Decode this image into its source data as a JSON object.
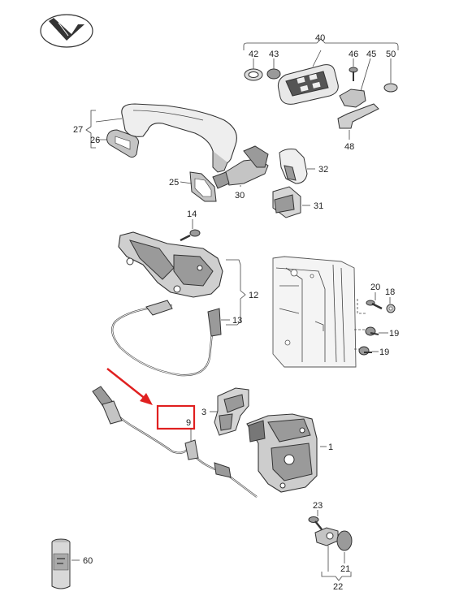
{
  "labels": {
    "l1": "1",
    "l3": "3",
    "l9": "9",
    "l12": "12",
    "l13": "13",
    "l14": "14",
    "l18": "18",
    "l19a": "19",
    "l19b": "19",
    "l20": "20",
    "l21": "21",
    "l22": "22",
    "l23": "23",
    "l25": "25",
    "l26": "26",
    "l27": "27",
    "l30": "30",
    "l31": "31",
    "l32": "32",
    "l40": "40",
    "l42": "42",
    "l43": "43",
    "l45": "45",
    "l46": "46",
    "l48": "48",
    "l50": "50",
    "l60": "60"
  },
  "highlight": {
    "color": "#e02020",
    "target": "9"
  }
}
